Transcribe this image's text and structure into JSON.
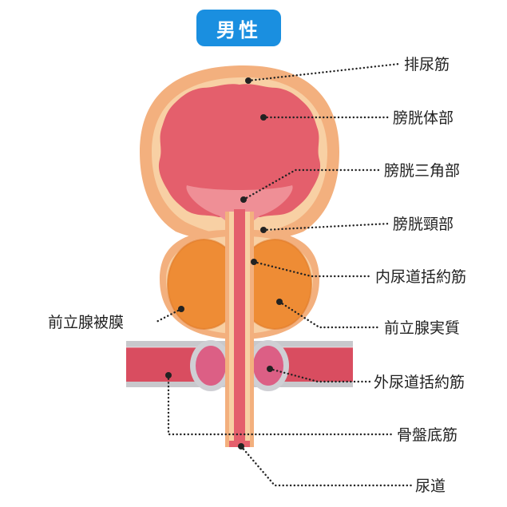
{
  "title": "男性",
  "labels": {
    "detrusor": "排尿筋",
    "bladder_body": "膀胱体部",
    "trigone": "膀胱三角部",
    "bladder_neck": "膀胱頸部",
    "internal_sphincter": "内尿道括約筋",
    "prostate_capsule": "前立腺被膜",
    "prostate_parenchyma": "前立腺実質",
    "external_sphincter": "外尿道括約筋",
    "pelvic_floor": "骨盤底筋",
    "urethra": "尿道"
  },
  "colors": {
    "title_bg": "#1a8fe0",
    "outer_wall": "#f3b07e",
    "inner_wall": "#f8d0a4",
    "bladder_lumen": "#e45f6c",
    "trigone": "#ef8f96",
    "prostate": "#ee8c35",
    "pelvic_floor": "#d94d60",
    "sphincter": "#dc5f85",
    "band_gray": "#c8c8cc"
  }
}
